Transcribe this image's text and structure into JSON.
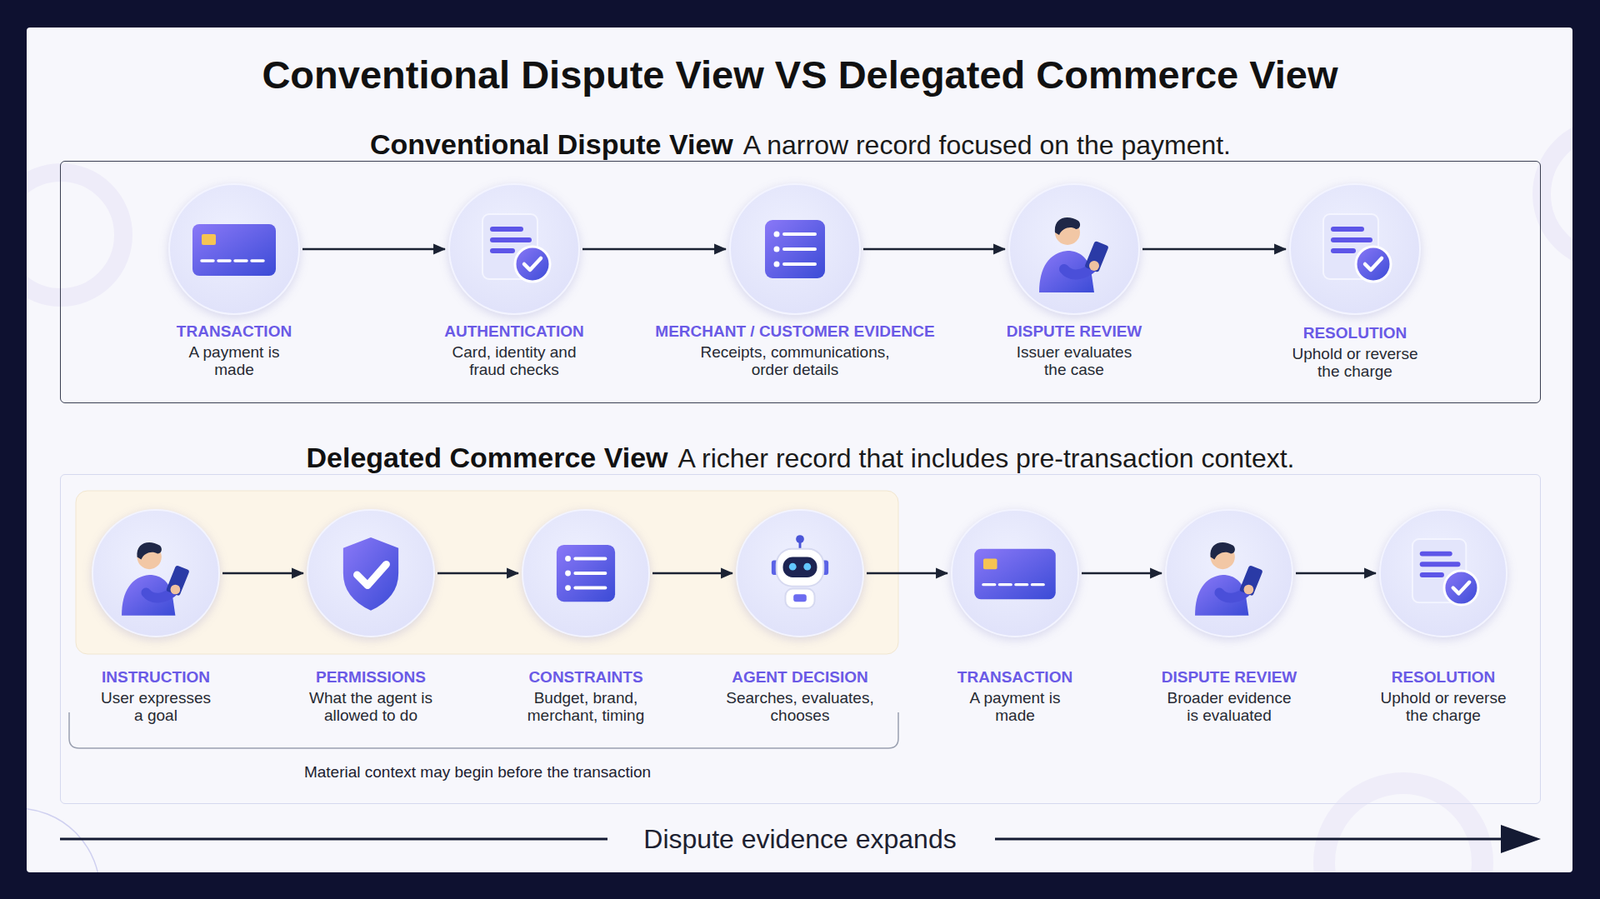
{
  "diagram": {
    "title": "Conventional Dispute View VS Delegated Commerce View",
    "nodes": [
      {
        "text": [
          "Conventional Dispute View",
          "A narrow record focused on the payment."
        ]
      },
      {
        "text": [
          "TRANSACTION",
          "A payment is made"
        ],
        "in": 0
      },
      {
        "text": [
          "AUTHENTICATION",
          "Card, identity and fraud checks"
        ],
        "in": 0
      },
      {
        "text": [
          "MERCHANT / CUSTOMER EVIDENCE",
          "Receipts, communications, order details"
        ],
        "in": 0
      },
      {
        "text": [
          "DISPUTE REVIEW",
          "Issuer evaluates the case"
        ],
        "in": 0
      },
      {
        "text": [
          "RESOLUTION",
          "Uphold or reverse the charge"
        ],
        "in": 0
      },
      {
        "text": [
          "Delegated Commerce View",
          "A richer record that includes pre-transaction context."
        ]
      },
      {
        "text": [
          "INSTRUCTION",
          "User expresses a goal"
        ],
        "in": 6
      },
      {
        "text": [
          "PERMISSIONS",
          "What the agent is allowed to do"
        ],
        "in": 6
      },
      {
        "text": [
          "CONSTRAINTS",
          "Budget, brand, merchant, timing"
        ],
        "in": 6
      },
      {
        "text": [
          "AGENT DECISION",
          "Searches, evaluates, chooses"
        ],
        "in": 6
      },
      {
        "text": [
          "TRANSACTION",
          "A payment is made"
        ],
        "in": 6
      },
      {
        "text": [
          "DISPUTE REVIEW",
          "Broader evidence is evaluated"
        ],
        "in": 6
      },
      {
        "text": [
          "RESOLUTION",
          "Uphold or reverse the charge"
        ],
        "in": 6
      }
    ],
    "edges": [
      {
        "from": 1,
        "to": 2,
        "arrow": "to"
      },
      {
        "from": 2,
        "to": 3,
        "arrow": "to"
      },
      {
        "from": 3,
        "to": 4,
        "arrow": "to"
      },
      {
        "from": 4,
        "to": 5,
        "arrow": "to"
      },
      {
        "from": 7,
        "to": 8,
        "arrow": "to"
      },
      {
        "from": 8,
        "to": 9,
        "arrow": "to"
      },
      {
        "from": 9,
        "to": 10,
        "arrow": "to"
      },
      {
        "from": 10,
        "to": 11,
        "arrow": "to"
      },
      {
        "from": 11,
        "to": 12,
        "arrow": "to"
      },
      {
        "from": 12,
        "to": 13,
        "arrow": "to"
      }
    ],
    "labels": [
      "Material context may begin before the transaction",
      "Dispute evidence expands"
    ]
  }
}
